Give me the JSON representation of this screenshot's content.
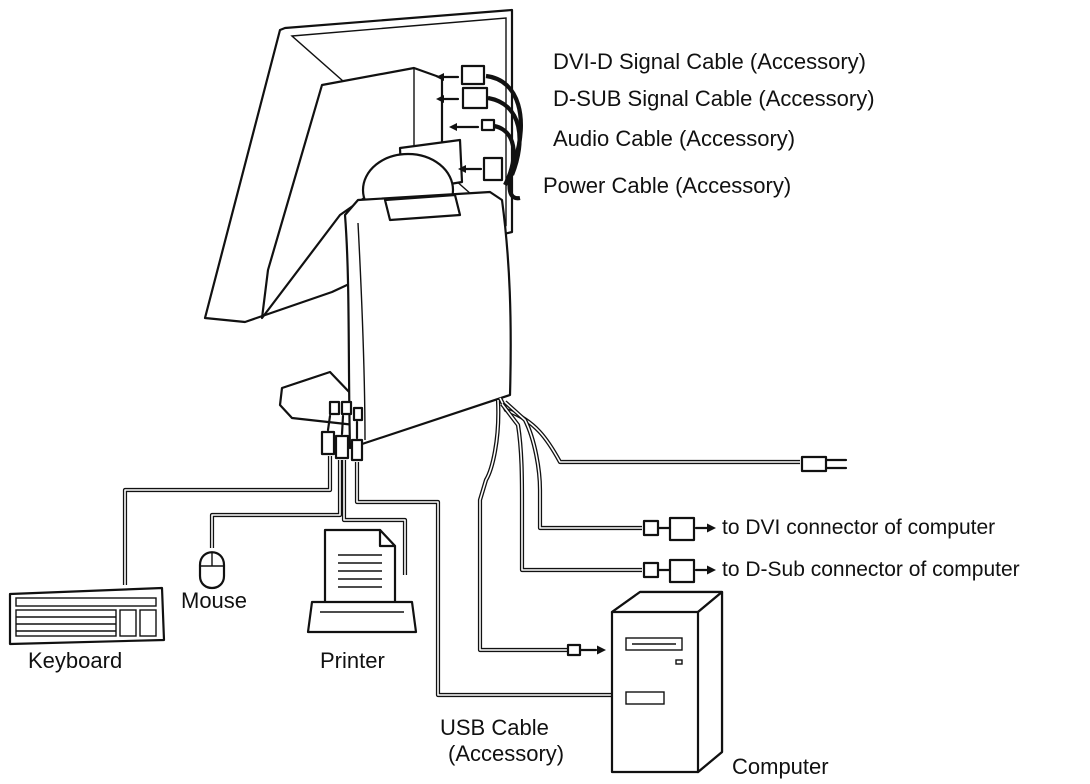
{
  "labels": {
    "dvi_cable": "DVI-D Signal Cable (Accessory)",
    "dsub_cable": "D-SUB Signal Cable (Accessory)",
    "audio_cable": "Audio Cable (Accessory)",
    "power_cable": "Power Cable (Accessory)",
    "to_dvi": "to DVI connector of computer",
    "to_dsub": "to D-Sub connector of computer",
    "mouse": "Mouse",
    "keyboard": "Keyboard",
    "printer": "Printer",
    "usb_cable_line1": "USB Cable",
    "usb_cable_line2": "(Accessory)",
    "computer": "Computer"
  }
}
